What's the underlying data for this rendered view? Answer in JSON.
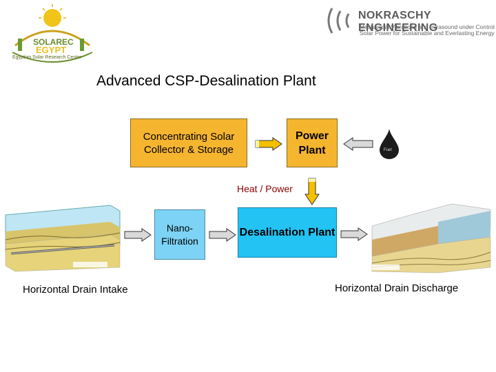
{
  "logos": {
    "left": {
      "name": "SOLAREC EGYPT",
      "line1": "SOLAREC",
      "line2": "EGYPT",
      "ring_text": "Egyptian Solar Research Center"
    },
    "right": {
      "company": "NOKRASCHY ENGINEERING",
      "tagline1": "Mechanical Vibrations and Infrasound under Control",
      "tagline2": "Solar Power for Sustainable and Everlasting Energy"
    }
  },
  "title": "Advanced CSP-Desalination Plant",
  "boxes": {
    "csp": "Concentrating Solar Collector & Storage",
    "power": "Power Plant",
    "nano": "Nano-Filtration",
    "desal": "Desalination Plant"
  },
  "labels": {
    "heat_power": "Heat / Power",
    "fuel": "Fuel",
    "intake": "Horizontal Drain Intake",
    "discharge": "Horizontal Drain Discharge"
  },
  "colors": {
    "orange_box": "#f5b52f",
    "light_blue_box": "#7dd3f5",
    "blue_box": "#23c3f4",
    "arrow_yellow": "#f5c000",
    "arrow_gray": "#d9d9d9",
    "heat_text": "#8b0000"
  },
  "icons": {
    "fuel": "oil-drop-icon",
    "arrow_horizontal": "block-arrow-icon",
    "arrow_down": "block-arrow-down-icon"
  }
}
